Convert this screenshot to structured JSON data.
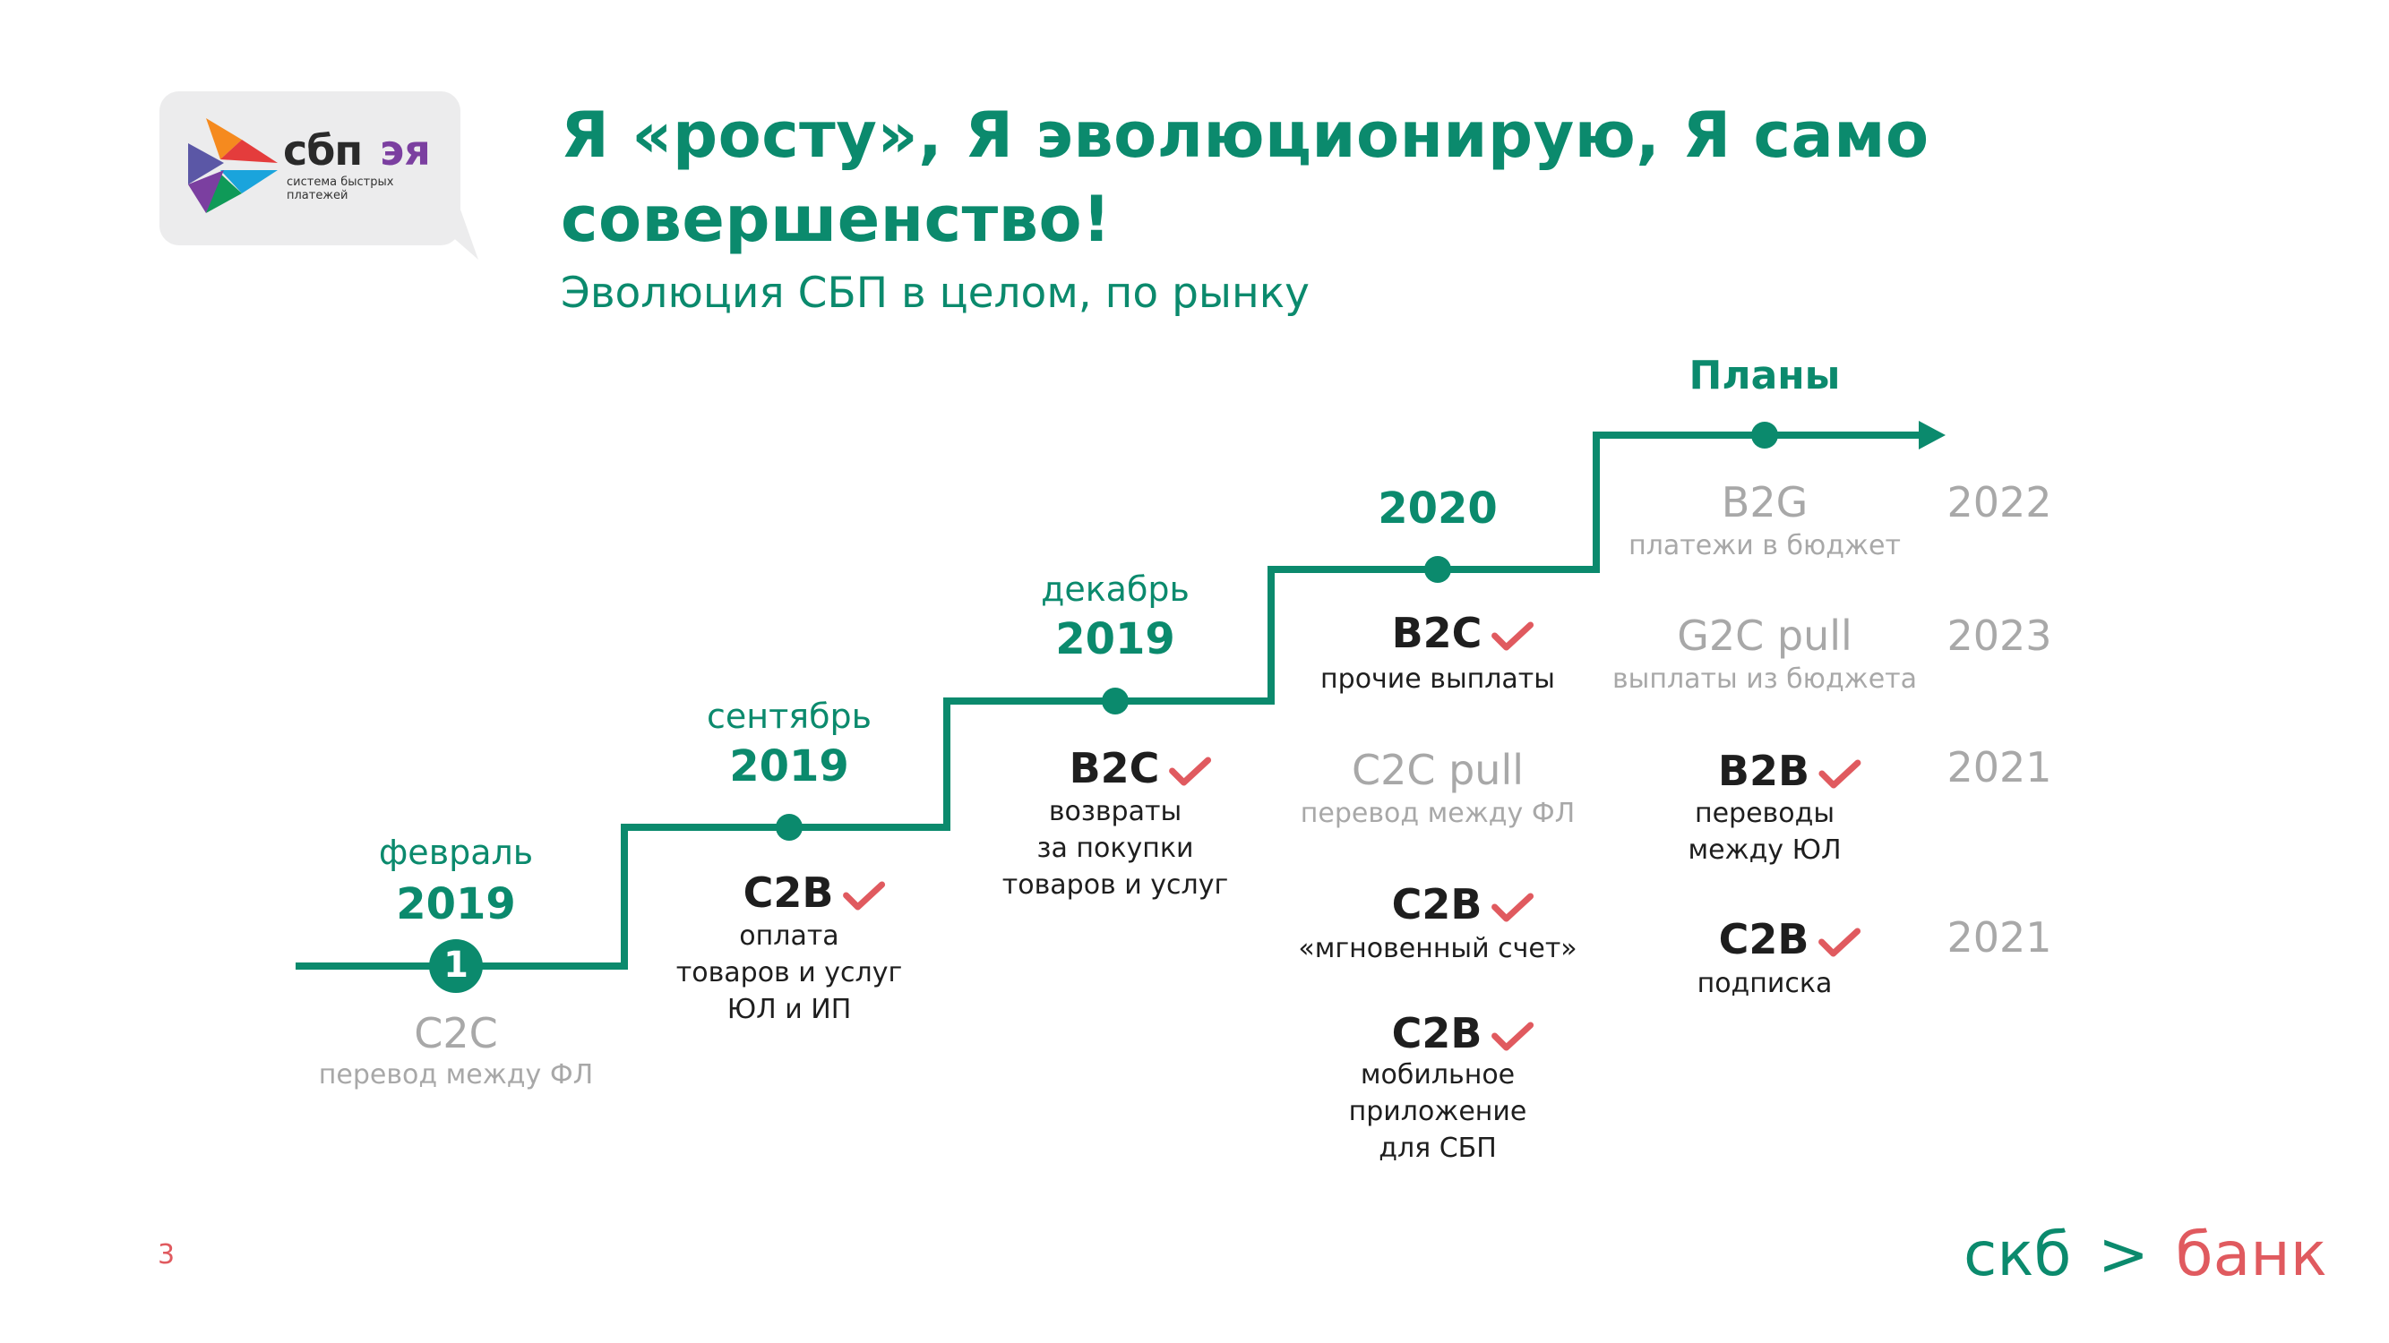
{
  "logo": {
    "wordmark": "сбп",
    "wordmark_accent": "эя",
    "tagline": "система быстрых платежей"
  },
  "title": "Я «росту», Я эволюционирую, Я само совершенство!",
  "subtitle": "Эволюция СБП в целом, по рынку",
  "plans_label": "Планы",
  "milestones": [
    {
      "period": "февраль",
      "year": "2019",
      "badge": "1"
    },
    {
      "period": "сентябрь",
      "year": "2019"
    },
    {
      "period": "декабрь",
      "year": "2019"
    },
    {
      "period": "",
      "year": "2020"
    }
  ],
  "services": {
    "c2c": {
      "code": "C2C",
      "desc": "перевод между ФЛ"
    },
    "c2b_2019": {
      "code": "C2B",
      "desc": "оплата\nтоваров и услуг\nЮЛ и ИП"
    },
    "b2c_returns": {
      "code": "B2C",
      "desc": "возвраты\nза покупки\nтоваров и услуг"
    },
    "b2c_other": {
      "code": "B2C",
      "desc": "прочие выплаты"
    },
    "c2c_pull": {
      "code": "C2C pull",
      "desc": "перевод между ФЛ"
    },
    "c2b_instant": {
      "code": "C2B",
      "desc": "«мгновенный счет»"
    },
    "c2b_mobile": {
      "code": "C2B",
      "desc": "мобильное\nприложение\nдля СБП"
    },
    "b2g": {
      "code": "B2G",
      "desc": "платежи в бюджет",
      "year": "2022"
    },
    "g2c_pull": {
      "code": "G2C pull",
      "desc": "выплаты из бюджета",
      "year": "2023"
    },
    "b2b": {
      "code": "B2B",
      "desc": "переводы\nмежду ЮЛ",
      "year": "2021"
    },
    "c2b_sub": {
      "code": "C2B",
      "desc": "подписка",
      "year": "2021"
    }
  },
  "page_number": "3",
  "footer_logo": {
    "left": "скб",
    "chevron": ">",
    "right": "банк"
  },
  "colors": {
    "accent": "#0b8a6d",
    "check": "#e05a5f",
    "muted": "#a8a8a8"
  }
}
